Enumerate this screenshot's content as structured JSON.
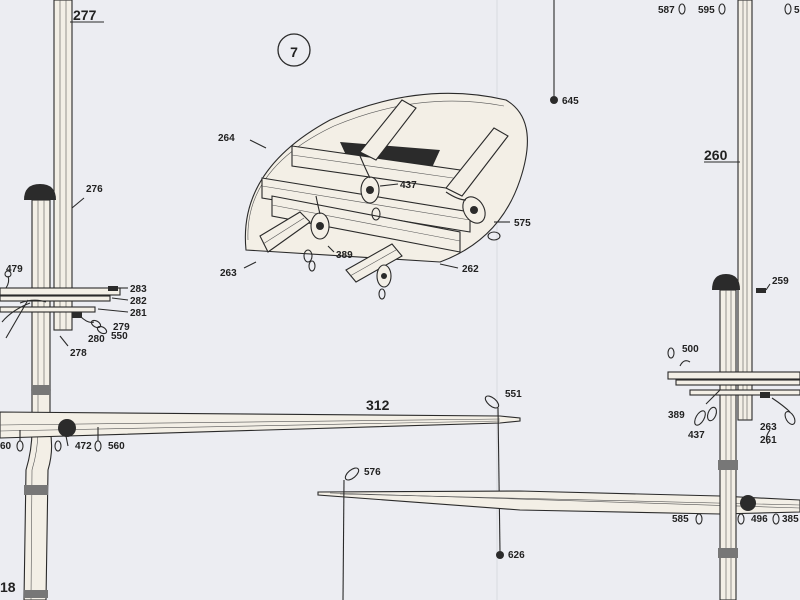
{
  "step_number": "7",
  "labels": {
    "l277": "277",
    "l260": "260",
    "l276": "276",
    "l259": "259",
    "l264": "264",
    "l437a": "437",
    "l575": "575",
    "l389a": "389",
    "l263a": "263",
    "l262": "262",
    "l283": "283",
    "l282": "282",
    "l281": "281",
    "l279": "279",
    "l280": "280",
    "l550": "550",
    "l278": "278",
    "l479": "479",
    "l312": "312",
    "l551": "551",
    "l472": "472",
    "l560a": "560",
    "l560b": "60",
    "l576": "576",
    "l626": "626",
    "l645": "645",
    "l587": "587",
    "l595": "595",
    "l5top": "5",
    "l500": "500",
    "l389b": "389",
    "l437b": "437",
    "l263b": "263",
    "l261": "261",
    "l585": "585",
    "l496": "496",
    "l385": "385",
    "l18": "18"
  }
}
